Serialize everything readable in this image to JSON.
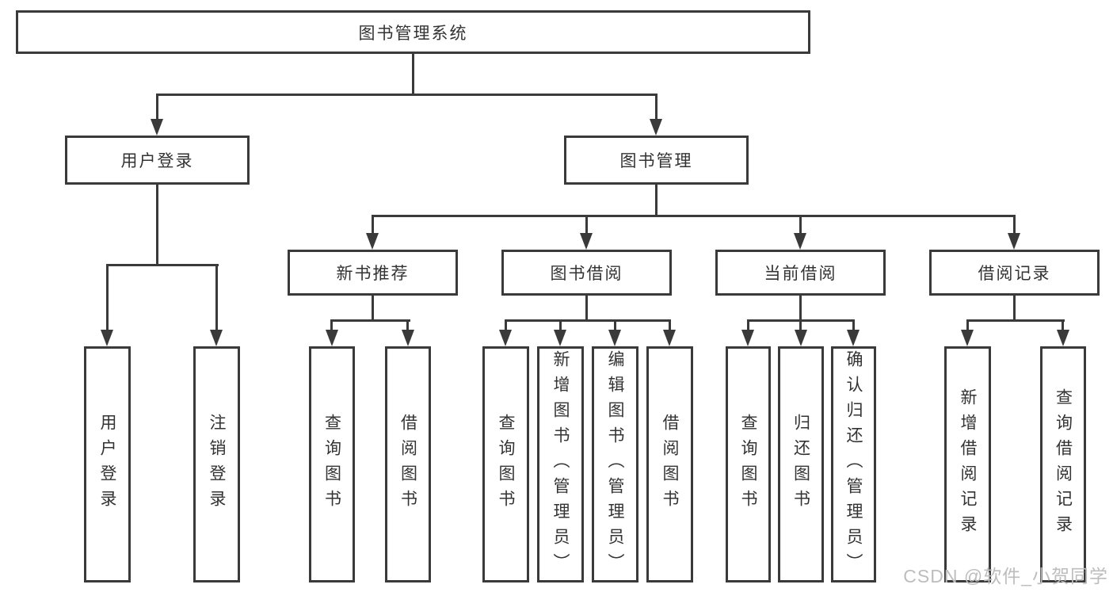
{
  "diagram": {
    "root": "图书管理系统",
    "level2": {
      "user_login": "用户登录",
      "book_management": "图书管理"
    },
    "level3": {
      "new_books": "新书推荐",
      "book_borrow": "图书借阅",
      "current_borrow": "当前借阅",
      "records": "借阅记录"
    },
    "leaves": {
      "user_login": "用户登录",
      "logout": "注销登录",
      "query_books_a": "查询图书",
      "borrow_books_a": "借阅图书",
      "query_books_b": "查询图书",
      "add_book_admin": "新增图书（管理员）",
      "edit_book_admin": "编辑图书（管理员）",
      "borrow_books_b": "借阅图书",
      "query_books_c": "查询图书",
      "return_books": "归还图书",
      "confirm_return_admin": "确认归还（管理员）",
      "add_borrow_record": "新增借阅记录",
      "query_borrow_record": "查询借阅记录"
    }
  },
  "watermark": {
    "text": "CSDN @软件_小贺同学"
  },
  "colors": {
    "line": "#3a3a3a",
    "text": "#333333",
    "watermark": "#bdbdbd",
    "background": "#ffffff"
  }
}
